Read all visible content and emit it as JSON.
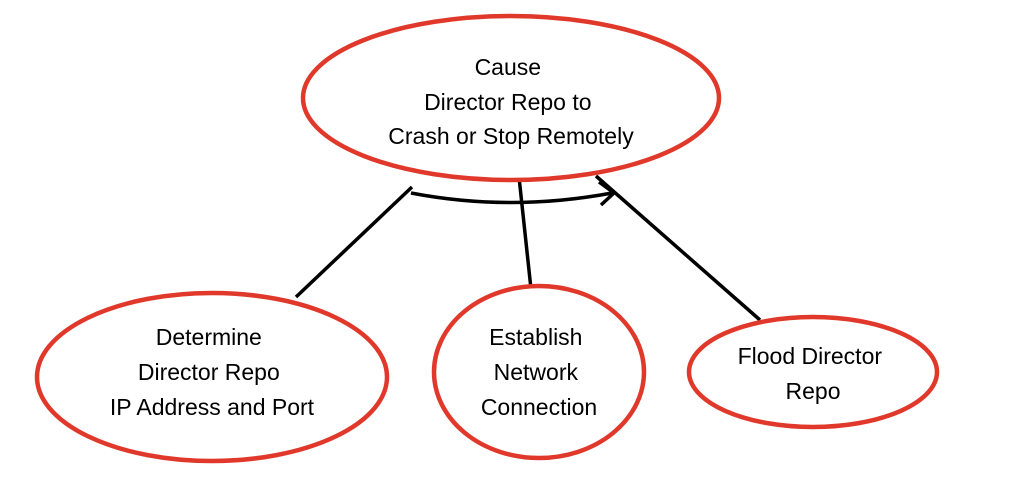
{
  "colors": {
    "node_border": "#e0392b",
    "edge": "#000000",
    "background": "#ffffff"
  },
  "root": {
    "lines": [
      "Cause",
      "Director Repo to",
      "Crash or Stop Remotely"
    ]
  },
  "children": [
    {
      "lines": [
        "Determine",
        "Director Repo",
        "IP Address and Port"
      ]
    },
    {
      "lines": [
        "Establish",
        "Network",
        "Connection"
      ]
    },
    {
      "lines": [
        "Flood Director",
        "Repo"
      ]
    }
  ],
  "relation": {
    "type": "sequential-and",
    "arrow_direction": "left-to-right"
  }
}
